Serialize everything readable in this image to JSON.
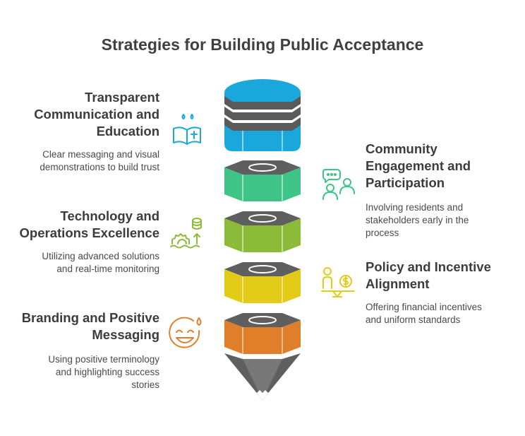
{
  "title": "Strategies for Building Public Acceptance",
  "items": [
    {
      "heading": [
        "Transparent",
        "Communication and",
        "Education"
      ],
      "desc": [
        "Clear messaging and visual",
        "demonstrations to build trust"
      ],
      "color": "#1aa7dc",
      "icon": "open-book-icon"
    },
    {
      "heading": [
        "Community",
        "Engagement and",
        "Participation"
      ],
      "desc": [
        "Involving residents and",
        "stakeholders early in the",
        "process"
      ],
      "color": "#3dc486",
      "icon": "people-chat-icon"
    },
    {
      "heading": [
        "Technology and",
        "Operations Excellence"
      ],
      "desc": [
        "Utilizing advanced solutions",
        "and real-time monitoring"
      ],
      "color": "#8cbb3a",
      "icon": "gear-database-icon"
    },
    {
      "heading": [
        "Policy and Incentive",
        "Alignment"
      ],
      "desc": [
        "Offering financial incentives",
        "and uniform standards"
      ],
      "color": "#e2cc17",
      "icon": "person-balance-coin-icon"
    },
    {
      "heading": [
        "Branding and Positive",
        "Messaging"
      ],
      "desc": [
        "Using positive terminology",
        "and highlighting success",
        "stories"
      ],
      "color": "#e07f2a",
      "icon": "smiley-face-icon"
    }
  ]
}
